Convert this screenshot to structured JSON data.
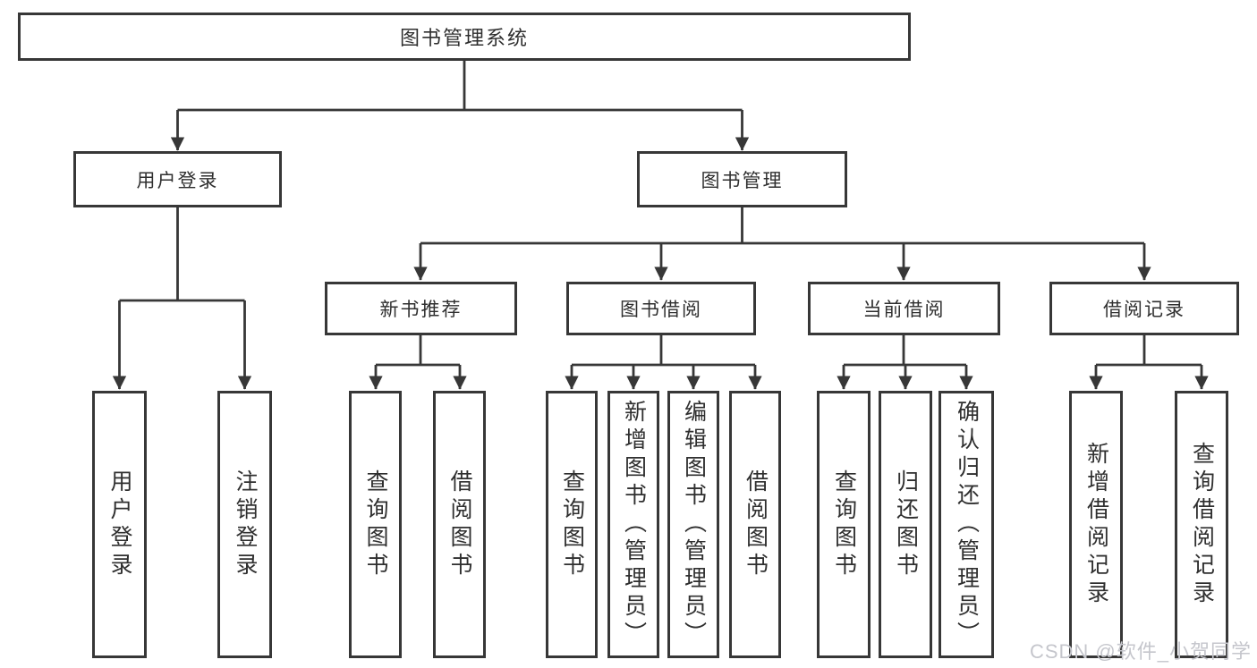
{
  "nodes": {
    "root": "图书管理系统",
    "user_login": "用户登录",
    "book_management": "图书管理",
    "new_book_recommend": "新书推荐",
    "book_borrowing": "图书借阅",
    "current_borrowing": "当前借阅",
    "borrowing_records": "借阅记录",
    "leaf_user_login": "用户登录",
    "leaf_logout": "注销登录",
    "leaf_nbr_query_books": "查询图书",
    "leaf_nbr_borrow_books": "借阅图书",
    "leaf_bb_query_books": "查询图书",
    "leaf_bb_add_books_admin": "新增图书（管理员）",
    "leaf_bb_edit_books_admin": "编辑图书（管理员）",
    "leaf_bb_borrow_books": "借阅图书",
    "leaf_cb_query_books": "查询图书",
    "leaf_cb_return_books": "归还图书",
    "leaf_cb_confirm_return_admin": "确认归还（管理员）",
    "leaf_br_add_record": "新增借阅记录",
    "leaf_br_query_record": "查询借阅记录"
  },
  "watermark": "CSDN @软件_小贺同学",
  "colors": {
    "line": "#373737",
    "text": "#2f2f2f",
    "background": "#ffffff",
    "watermark": "#c5c6cc"
  }
}
